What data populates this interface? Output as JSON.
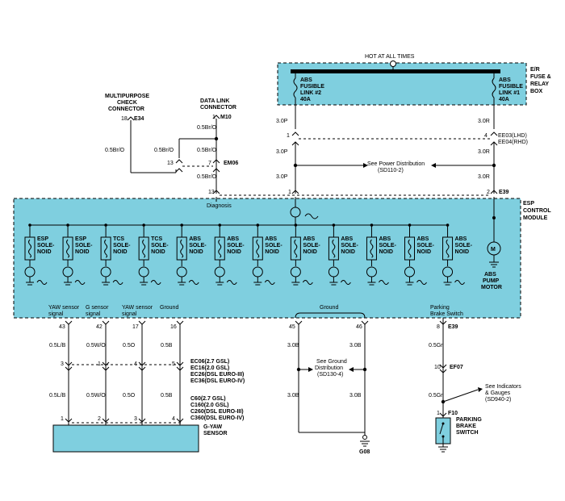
{
  "top": {
    "hot_label": "HOT AT ALL TIMES",
    "relay_box_label": "E/R\nFUSE &\nRELAY\nBOX",
    "fuse2": "ABS\nFUSIBLE\nLINK #2\n40A",
    "fuse1": "ABS\nFUSIBLE\nLINK #1\n40A"
  },
  "connectors": {
    "mpc_title": "MULTIPURPOSE\nCHECK\nCONNECTOR",
    "mpc_pin": "18",
    "mpc_id": "E34",
    "dlc_title": "DATA LINK\nCONNECTOR",
    "dlc_pin": "1",
    "dlc_id": "M10",
    "em06_pin": "7",
    "em06_id": "EM06",
    "em06_pin13": "13",
    "ecm_pin13": "13",
    "e39_pin1": "1",
    "e39_pin2": "2",
    "e39_id": "E39",
    "ee03": "EE03(LHD)",
    "ee04": "EE04(RHD)",
    "ee_pin1": "1",
    "ee_pin4": "4"
  },
  "wires": {
    "w_0_5brO_a": "0.5Br/O",
    "w_0_5brO_b": "0.5Br/O",
    "w_0_5brO_c": "0.5Br/O",
    "w_0_5brO_d": "0.5Br/O",
    "w_3_0p_a": "3.0P",
    "w_3_0p_b": "3.0P",
    "w_3_0p_c": "3.0P",
    "w_3_0r_a": "3.0R",
    "w_3_0r_b": "3.0R",
    "w_3_0r_c": "3.0R"
  },
  "power_dist": "See Power Distribution\n(SD110-2)",
  "esp_module": {
    "label": "ESP\nCONTROL\nMODULE",
    "diagnosis": "Diagnosis",
    "solenoids": [
      "ESP\nSOLE-\nNOID",
      "ESP\nSOLE-\nNOID",
      "TCS\nSOLE-\nNOID",
      "TCS\nSOLE-\nNOID",
      "ABS\nSOLE-\nNOID",
      "ABS\nSOLE-\nNOID",
      "ABS\nSOLE-\nNOID",
      "ABS\nSOLE-\nNOID",
      "ABS\nSOLE-\nNOID",
      "ABS\nSOLE-\nNOID",
      "ABS\nSOLE-\nNOID",
      "ABS\nSOLE-\nNOID"
    ],
    "pump_motor": "ABS\nPUMP\nMOTOR",
    "motor_symbol": "M"
  },
  "bottom_left": {
    "signals": [
      "YAW sensor\nsignal",
      "G sensor\nsignal",
      "YAW sensor\nsignal",
      "Ground"
    ],
    "pins_top": [
      "43",
      "42",
      "17",
      "16"
    ],
    "wires_top": [
      "0.5L/B",
      "0.5W/O",
      "0.5O",
      "0.5B"
    ],
    "pins_mid": [
      "3",
      "1",
      "4",
      "5"
    ],
    "wires_bot": [
      "0.5L/B",
      "0.5W/O",
      "0.5O",
      "0.5B"
    ],
    "pins_bot": [
      "1",
      "2",
      "3",
      "4"
    ],
    "ec_connectors": [
      "EC06(2.7 GSL)",
      "EC16(2.0 GSL)",
      "EC26(DSL EURO-III)",
      "EC36(DSL EURO-IV)"
    ],
    "c_connectors": [
      "C60(2.7 GSL)",
      "C160(2.0 GSL)",
      "C260(DSL EURO-III)",
      "C360(DSL EURO-IV)"
    ],
    "sensor_label": "G-YAW\nSENSOR"
  },
  "bottom_mid": {
    "ground_label": "Ground",
    "pin_a": "45",
    "pin_b": "46",
    "wire_a": "3.0B",
    "wire_b": "3.0B",
    "wire_c": "3.0B",
    "wire_d": "3.0B",
    "ground_dist": "See Ground\nDistribution\n(SD130-4)",
    "ground_id": "G08"
  },
  "bottom_right": {
    "parking_label": "Parking\nBrake Switch",
    "pin8": "8",
    "pin8_id": "E39",
    "wire1": "0.5Gr",
    "pin10": "10",
    "pin10_id": "EF07",
    "wire2": "0.5Gr",
    "indicators": "See Indicators\n& Gauges\n(SD940-2)",
    "pin1": "1",
    "pin1_id": "F10",
    "switch_label": "PARKING\nBRAKE\nSWITCH"
  }
}
